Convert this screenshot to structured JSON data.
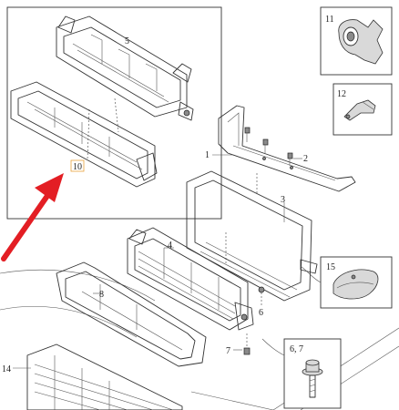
{
  "callouts": {
    "c1": "1",
    "c2": "2",
    "c3": "3",
    "c4": "4",
    "c5": "5",
    "c6": "6",
    "c7": "7",
    "c8": "8",
    "c10": "10",
    "c11": "11",
    "c12": "12",
    "c14": "14",
    "c15": "15",
    "c67": "6, 7"
  },
  "colors": {
    "arrow": "#e31e24",
    "highlight_box": "#e8a33d",
    "line": "#333333"
  }
}
